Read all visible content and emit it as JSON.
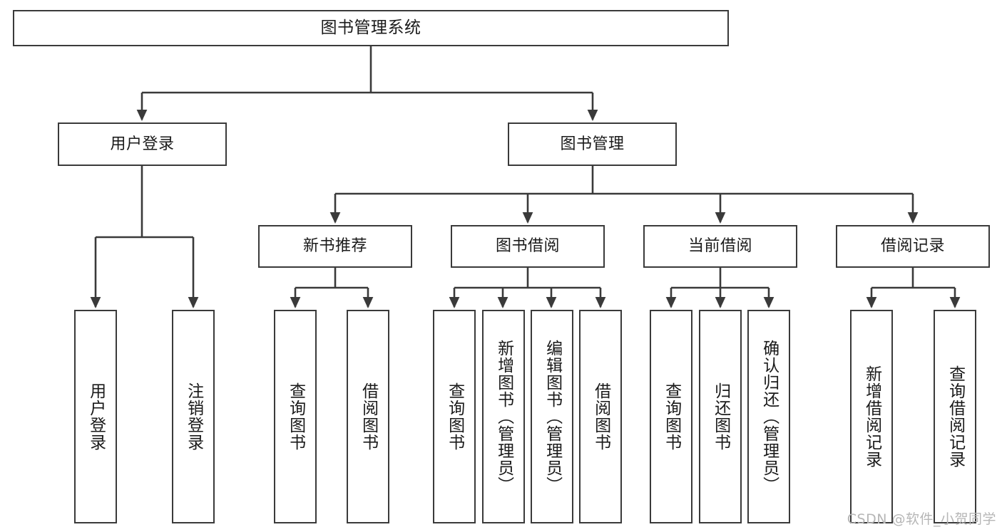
{
  "diagram": {
    "type": "tree",
    "title": "图书管理系统",
    "watermark": "CSDN @软件_小贺同学",
    "colors": {
      "stroke": "#3a3a3a",
      "background": "#ffffff",
      "text": "#1a1a1a",
      "watermark": "#b6b6b6"
    },
    "levels": {
      "root": {
        "label": "图书管理系统"
      },
      "level2": [
        {
          "label": "用户登录"
        },
        {
          "label": "图书管理"
        }
      ],
      "level3": [
        {
          "label": "新书推荐"
        },
        {
          "label": "图书借阅"
        },
        {
          "label": "当前借阅"
        },
        {
          "label": "借阅记录"
        }
      ],
      "leaves": {
        "user_login": [
          {
            "label": "用户登录"
          },
          {
            "label": "注销登录"
          }
        ],
        "new_book": [
          {
            "label": "查询图书"
          },
          {
            "label": "借阅图书"
          }
        ],
        "book_borrow": [
          {
            "label": "查询图书"
          },
          {
            "label": "新增图书（管理员）"
          },
          {
            "label": "编辑图书（管理员）"
          },
          {
            "label": "借阅图书"
          }
        ],
        "current_borrow": [
          {
            "label": "查询图书"
          },
          {
            "label": "归还图书"
          },
          {
            "label": "确认归还（管理员）"
          }
        ],
        "borrow_record": [
          {
            "label": "新增借阅记录"
          },
          {
            "label": "查询借阅记录"
          }
        ]
      }
    }
  }
}
